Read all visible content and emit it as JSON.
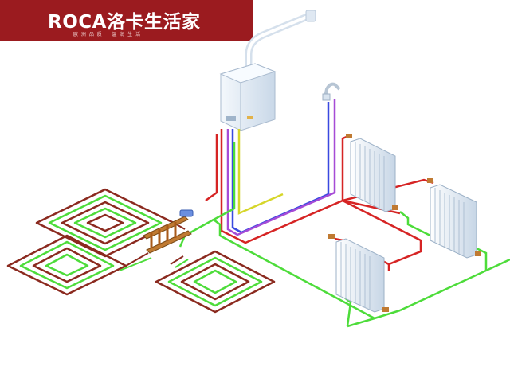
{
  "brand": {
    "logo_text": "ROCA",
    "logo_text_cn": "洛卡生活家",
    "tagline": "欧 洲 品 质    温 润 生 活"
  },
  "colors": {
    "banner": "#9b1b1f",
    "supply_pipe": "#d62424",
    "return_pipe": "#4ddc3a",
    "floor_loop_outer": "#8b2a1f",
    "hot_water_pipe": "#a64bd6",
    "cold_water_pipe": "#3a49e0",
    "gas_pipe": "#d6d62a",
    "boiler_body": "#e6eef7",
    "radiator_body": "#eaf1f8",
    "manifold": "#c07a32"
  },
  "components": [
    "wall-hung-boiler",
    "flue-pipe",
    "water-heater-tap",
    "radiator",
    "radiator",
    "radiator",
    "floor-heating-manifold",
    "underfloor-heating-loop",
    "underfloor-heating-loop",
    "underfloor-heating-loop"
  ]
}
